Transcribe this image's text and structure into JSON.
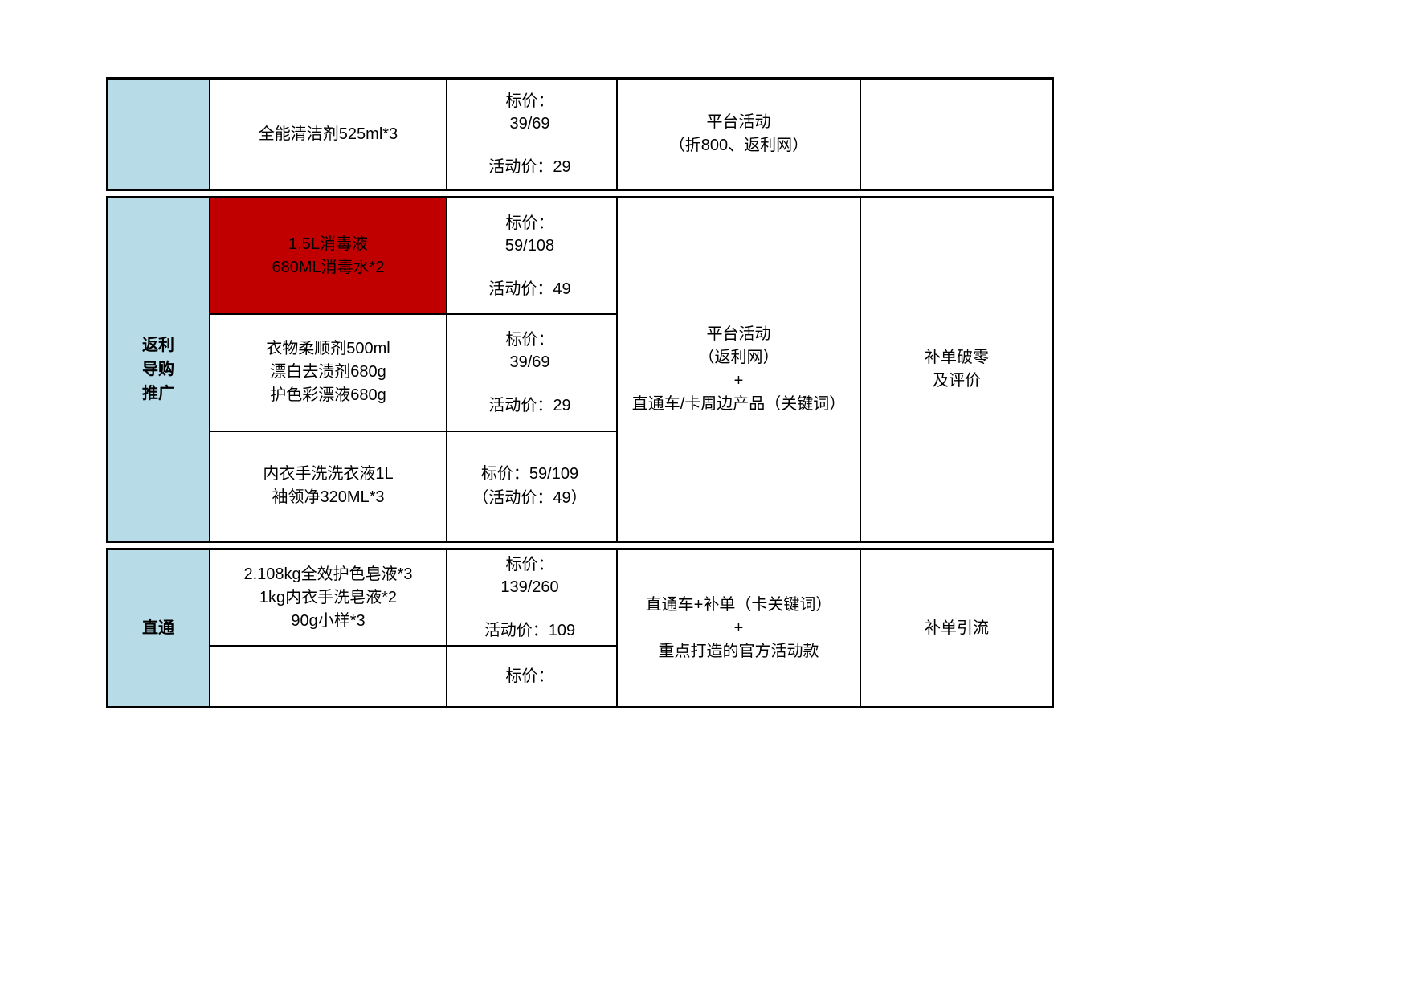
{
  "sheet": {
    "accent_cell_color": "#c00000",
    "category_fill_color": "#b7dce8",
    "sections": [
      {
        "category": "",
        "rows": [
          {
            "product": "全能清洁剂525ml*3",
            "price_list": "标价：\n39/69",
            "price_promo": "活动价：29",
            "highlight": false
          }
        ],
        "channel": "平台活动\n（折800、返利网）",
        "goal": ""
      },
      {
        "category": "返利\n导购\n推广",
        "rows": [
          {
            "product": "1.5L消毒液\n680ML消毒水*2",
            "price_list": "标价：\n59/108",
            "price_promo": "活动价：49",
            "highlight": true
          },
          {
            "product": "衣物柔顺剂500ml\n漂白去渍剂680g\n护色彩漂液680g",
            "price_list": "标价：\n39/69",
            "price_promo": "活动价：29",
            "highlight": false
          },
          {
            "product": "内衣手洗洗衣液1L\n袖领净320ML*3",
            "price_list": "标价：59/109\n（活动价：49）",
            "price_promo": "",
            "highlight": false
          }
        ],
        "channel": "平台活动\n（返利网）\n+\n直通车/卡周边产品（关键词）",
        "goal": "补单破零\n及评价"
      },
      {
        "category": "直通",
        "rows": [
          {
            "product": "2.108kg全效护色皂液*3\n1kg内衣手洗皂液*2\n90g小样*3",
            "price_list": "标价：\n139/260",
            "price_promo": "活动价：109",
            "highlight": false
          },
          {
            "product": "",
            "price_list": "标价：",
            "price_promo": "",
            "highlight": false
          }
        ],
        "channel": "直通车+补单（卡关键词）\n+\n重点打造的官方活动款",
        "goal": "补单引流"
      }
    ]
  }
}
